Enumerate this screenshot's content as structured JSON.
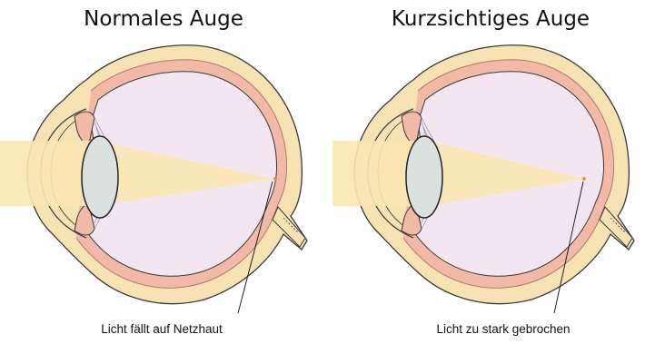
{
  "panels": [
    {
      "title": "Normales Auge",
      "caption": "Licht fällt auf Netzhaut"
    },
    {
      "title": "Kurzsichtiges Auge",
      "caption": "Licht zu stark gebrochen"
    }
  ],
  "colors": {
    "light_beam": "#fbe7b3",
    "vitreous": "#f4e6f0",
    "sclera": "#f7e2b4",
    "choroid": "#f2b9a7",
    "lens": "#d9e2df",
    "outline": "#3a3a3a"
  }
}
